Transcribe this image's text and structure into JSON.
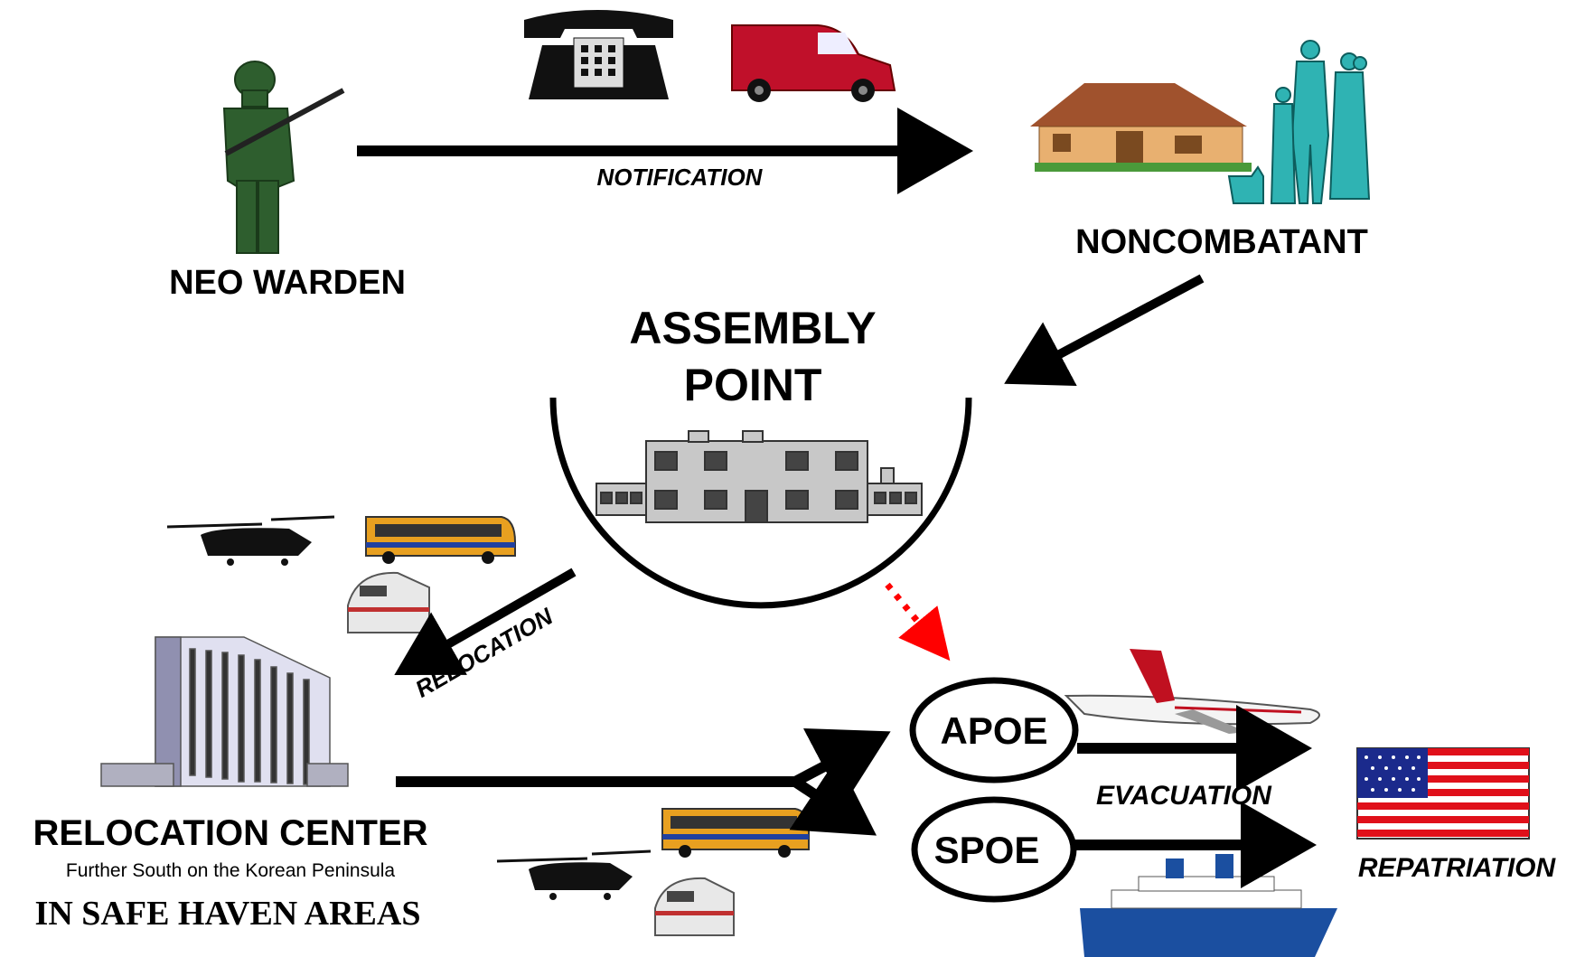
{
  "nodes": {
    "neo_warden": "NEO WARDEN",
    "noncombatant": "NONCOMBATANT",
    "assembly_line1": "ASSEMBLY",
    "assembly_line2": "POINT",
    "relocation_center": "RELOCATION CENTER",
    "relocation_sub": "Further South on the Korean Peninsula",
    "safe_haven": "IN SAFE HAVEN AREAS",
    "apoe": "APOE",
    "spoe": "SPOE"
  },
  "edges": {
    "notification": "NOTIFICATION",
    "relocation": "RELOCATION",
    "evacuation": "EVACUATION",
    "repatriation": "REPATRIATION"
  },
  "icons": [
    "soldier-icon",
    "telephone-icon",
    "van-icon",
    "house-icon",
    "family-icon",
    "cat-icon",
    "building-icon",
    "helicopter-icon",
    "bus-icon",
    "train-icon",
    "office-tower-icon",
    "airplane-icon",
    "ship-icon",
    "us-flag-icon"
  ],
  "colors": {
    "arrow": "#000000",
    "dashed_arrow": "#ff0000",
    "soldier": "#2e5e2e",
    "van": "#c0102a",
    "family": "#2fb3b3",
    "flag_red": "#e0101a",
    "flag_blue": "#1b2a8c"
  }
}
